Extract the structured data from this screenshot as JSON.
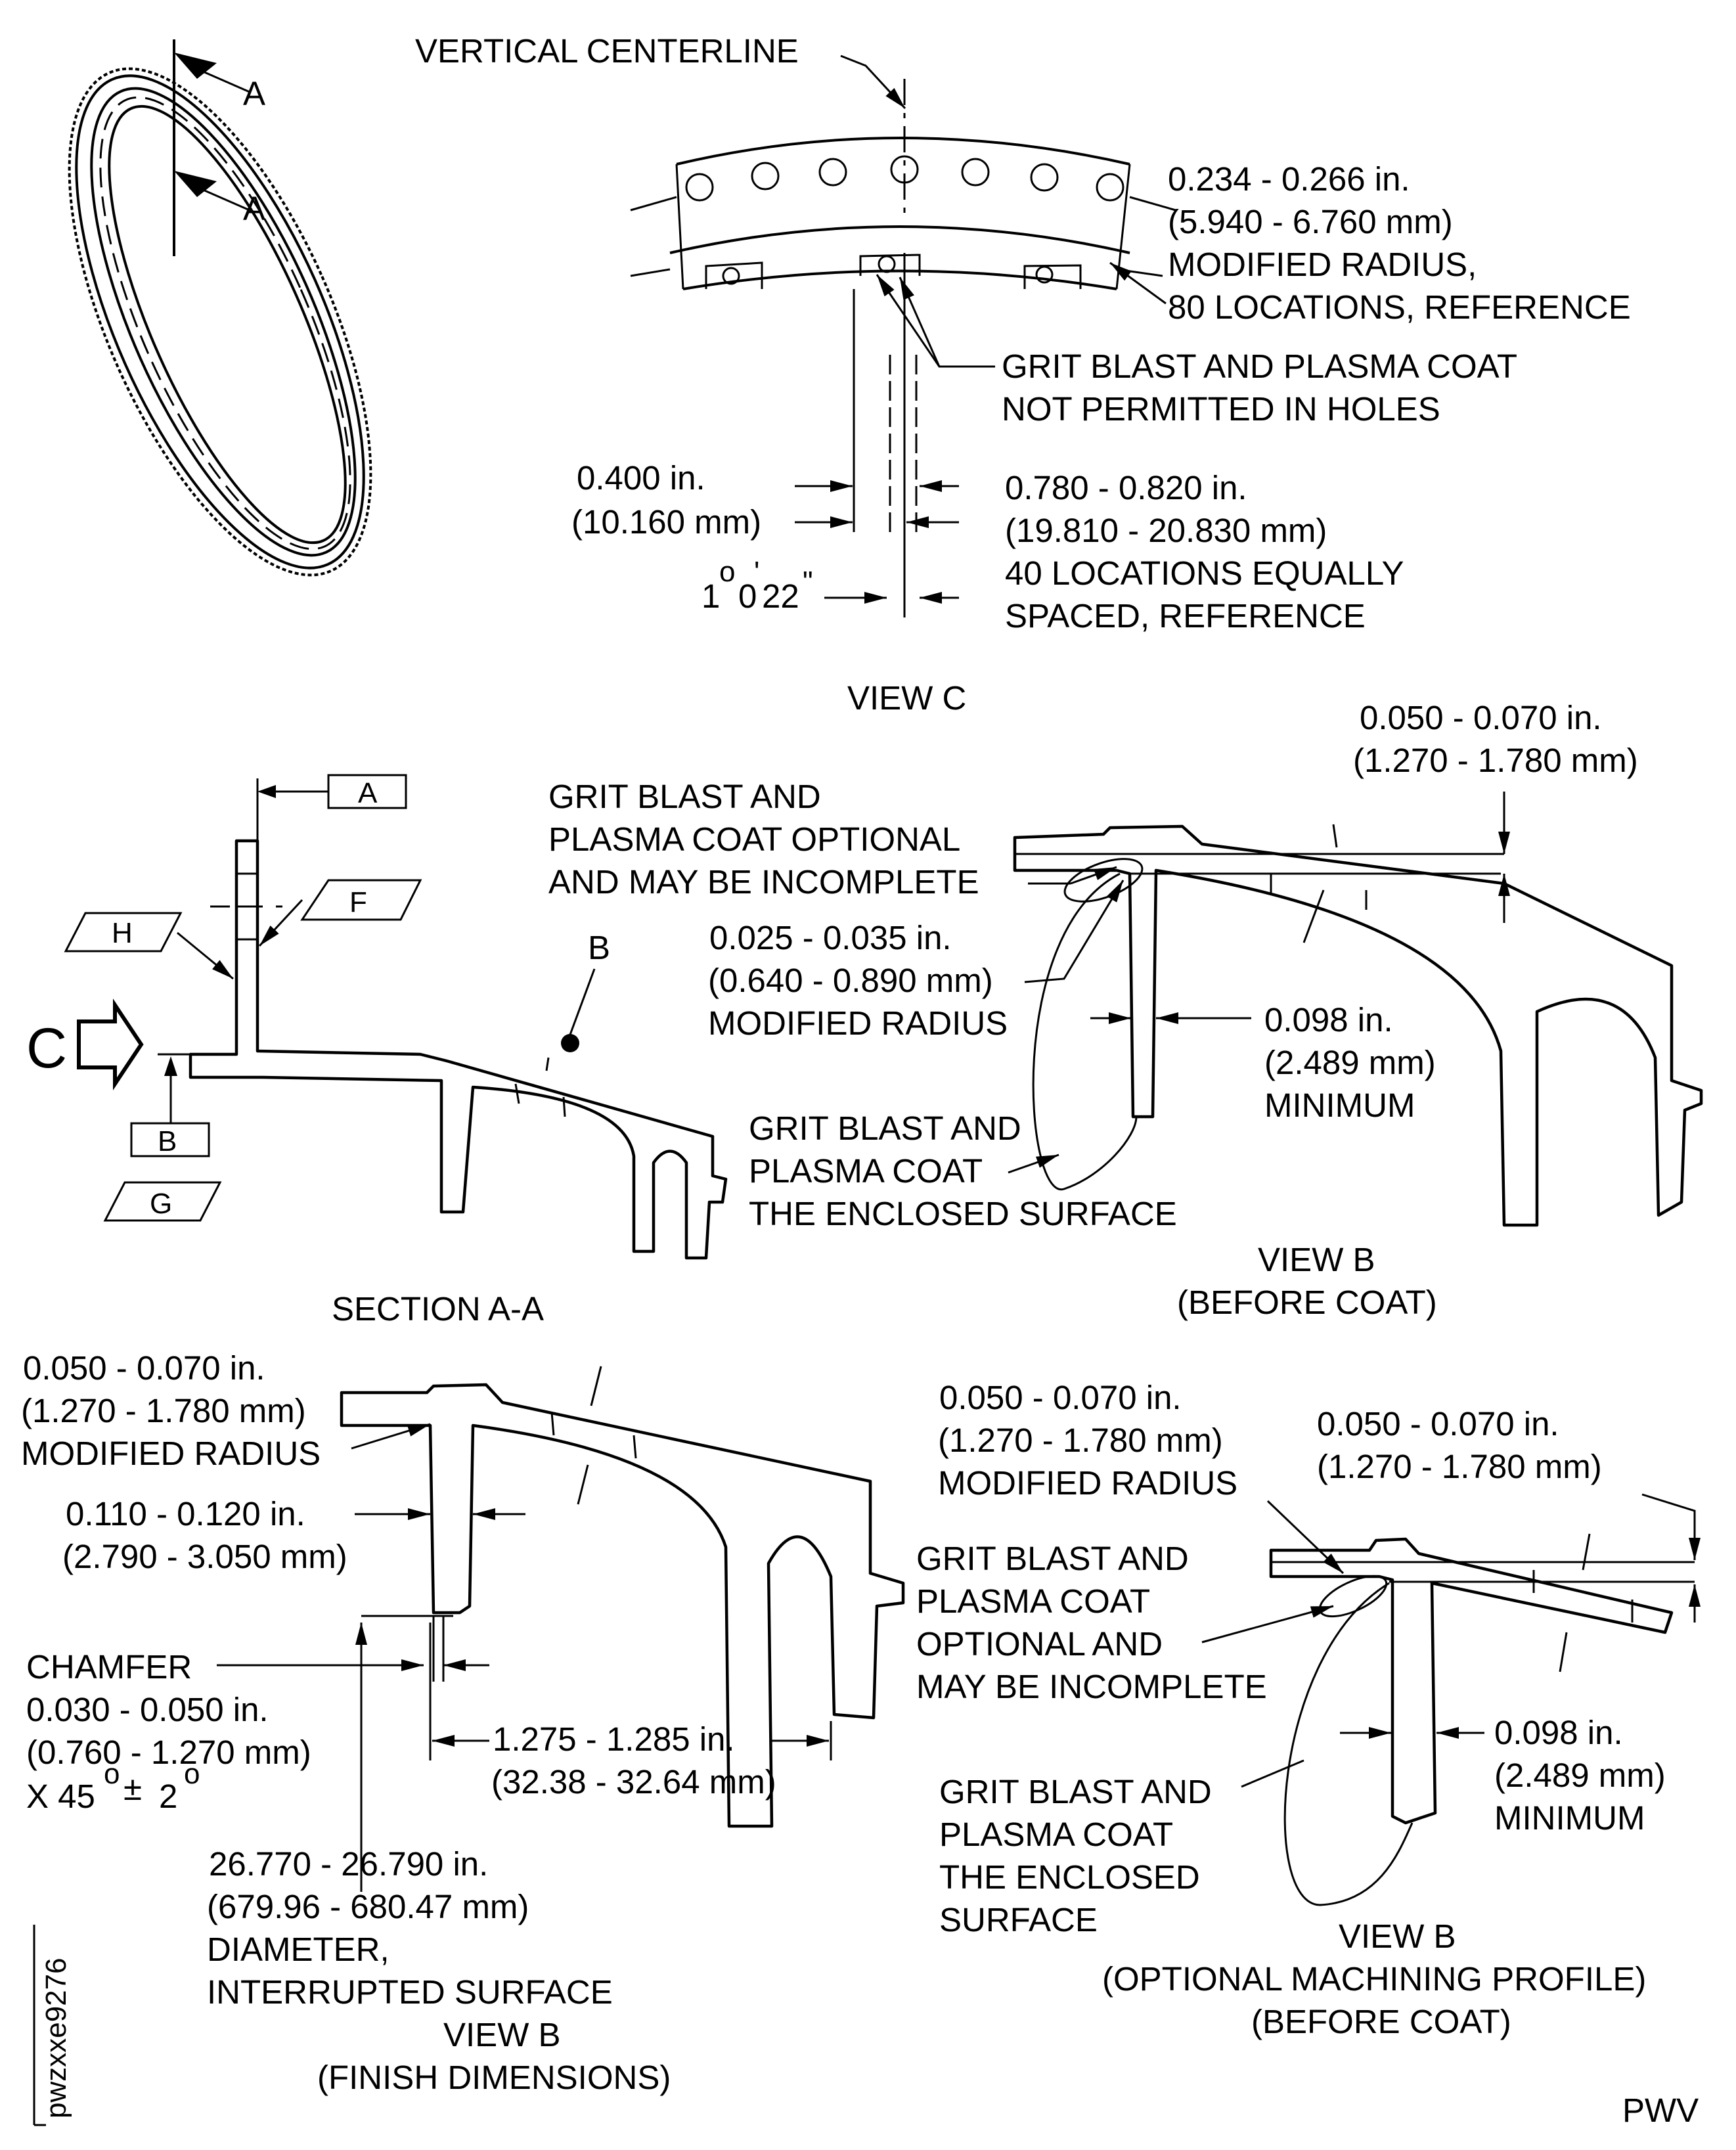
{
  "view_c": {
    "centerline": "VERTICAL CENTERLINE",
    "radius_in": "0.234 - 0.266 in.",
    "radius_mm": "(5.940 - 6.760 mm)",
    "radius_desc": "MODIFIED RADIUS,",
    "radius_locations": "80 LOCATIONS, REFERENCE",
    "holes_note_1": "GRIT BLAST AND PLASMA COAT",
    "holes_note_2": "NOT PERMITTED IN HOLES",
    "left_in": "0.400 in.",
    "left_mm": "(10.160 mm)",
    "right_in": "0.780 - 0.820 in.",
    "right_mm": "(19.810 - 20.830 mm)",
    "right_locations_1": "40 LOCATIONS EQUALLY",
    "right_locations_2": "SPACED, REFERENCE",
    "angle_deg": "1",
    "angle_deg_mark": "o",
    "angle_min": "0",
    "angle_min_mark": "'",
    "angle_sec": "22",
    "angle_sec_mark": "\"",
    "title": "VIEW C",
    "section_marker": "A"
  },
  "section_aa": {
    "datum_a": "A",
    "datum_b": "B",
    "datum_f": "F",
    "datum_h": "H",
    "datum_g": "G",
    "view_marker": "C",
    "detail_marker": "B",
    "title": "SECTION A-A"
  },
  "view_b_before": {
    "gap_in": "0.050 - 0.070 in.",
    "gap_mm": "(1.270 - 1.780 mm)",
    "optional_1": "GRIT BLAST AND",
    "optional_2": "PLASMA COAT OPTIONAL",
    "optional_3": "AND MAY BE INCOMPLETE",
    "radius_in": "0.025 - 0.035 in.",
    "radius_mm": "(0.640 - 0.890 mm)",
    "radius_desc": "MODIFIED RADIUS",
    "min_in": "0.098 in.",
    "min_mm": "(2.489 mm)",
    "min_desc": "MINIMUM",
    "enclosed_1": "GRIT BLAST AND",
    "enclosed_2": "PLASMA COAT",
    "enclosed_3": "THE ENCLOSED SURFACE",
    "title_1": "VIEW B",
    "title_2": "(BEFORE COAT)"
  },
  "view_b_finish": {
    "radius_in": "0.050 - 0.070 in.",
    "radius_mm": "(1.270 - 1.780 mm)",
    "radius_desc": "MODIFIED RADIUS",
    "width_in": "0.110 - 0.120 in.",
    "width_mm": "(2.790 - 3.050 mm)",
    "chamfer": "CHAMFER",
    "chamfer_in": "0.030 - 0.050 in.",
    "chamfer_mm": "(0.760 - 1.270 mm)",
    "chamfer_angle_x": "X 45",
    "chamfer_angle_o1": "o",
    "chamfer_angle_pm": "±",
    "chamfer_angle_2": "2",
    "chamfer_angle_o2": "o",
    "length_in": "1.275 - 1.285 in.",
    "length_mm": "(32.38 - 32.64 mm)",
    "dia_in": "26.770 - 26.790 in.",
    "dia_mm": "(679.96 - 680.47 mm)",
    "dia_desc_1": "DIAMETER,",
    "dia_desc_2": "INTERRUPTED SURFACE",
    "title_1": "VIEW B",
    "title_2": "(FINISH DIMENSIONS)"
  },
  "view_b_optional": {
    "radius_in": "0.050 - 0.070 in.",
    "radius_mm": "(1.270 - 1.780 mm)",
    "radius_desc": "MODIFIED RADIUS",
    "gap_in": "0.050 - 0.070 in.",
    "gap_mm": "(1.270 - 1.780 mm)",
    "optional_1": "GRIT BLAST AND",
    "optional_2": "PLASMA COAT",
    "optional_3": "OPTIONAL AND",
    "optional_4": "MAY BE INCOMPLETE",
    "enclosed_1": "GRIT BLAST AND",
    "enclosed_2": "PLASMA COAT",
    "enclosed_3": "THE ENCLOSED",
    "enclosed_4": "SURFACE",
    "min_in": "0.098 in.",
    "min_mm": "(2.489 mm)",
    "min_desc": "MINIMUM",
    "title_1": "VIEW B",
    "title_2": "(OPTIONAL MACHINING PROFILE)",
    "title_3": "(BEFORE COAT)"
  },
  "footer": {
    "figure_id": "pwzxxe9276",
    "code": "PWV"
  }
}
